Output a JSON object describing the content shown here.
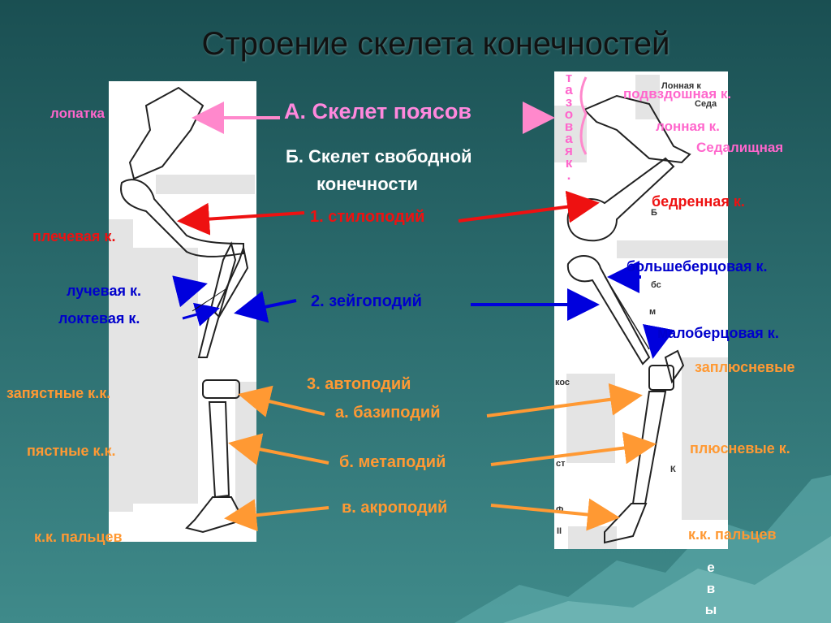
{
  "title": "Строение скелета конечностей",
  "labels": {
    "girdle_skeleton": "А. Скелет поясов",
    "free_limb_line1": "Б. Скелет свободной",
    "free_limb_line2": "конечности",
    "stylopod": "1. стилоподий",
    "zeugopod": "2. зейгоподий",
    "autopod": "3. автоподий",
    "basipod": "а. базиподий",
    "metapod": "б. метаподий",
    "acropod": "в. акроподий",
    "scapula": "лопатка",
    "humerus": "плечевая к.",
    "radius": "лучевая к.",
    "ulna": "локтевая к.",
    "carpals": "запястные к.к.",
    "metacarpals": "пястные к.к.",
    "finger_bones": "к.к. пальцев",
    "pubic_bone": "подвздошная к.",
    "ilium": "лонная к.",
    "ischium": "Седалищная",
    "femur": "бедренная к.",
    "tibia": "большеберцовая к.",
    "fibula": "малоберцовая к.",
    "tarsals": "заплюсневые",
    "metatarsals": "плюсневые к.",
    "toe_bones": "к.к. пальцев",
    "pelvic_vertical": "тазовая к.",
    "vertical_fragment": "евы"
  },
  "fragments": {
    "pubic": "Лонная к",
    "ischium": "Седа",
    "b": "Б",
    "b2": "бс",
    "m": "м",
    "kos": "кос",
    "st": "ст",
    "k": "К",
    "f": "Ф",
    "ii": "II"
  }
}
